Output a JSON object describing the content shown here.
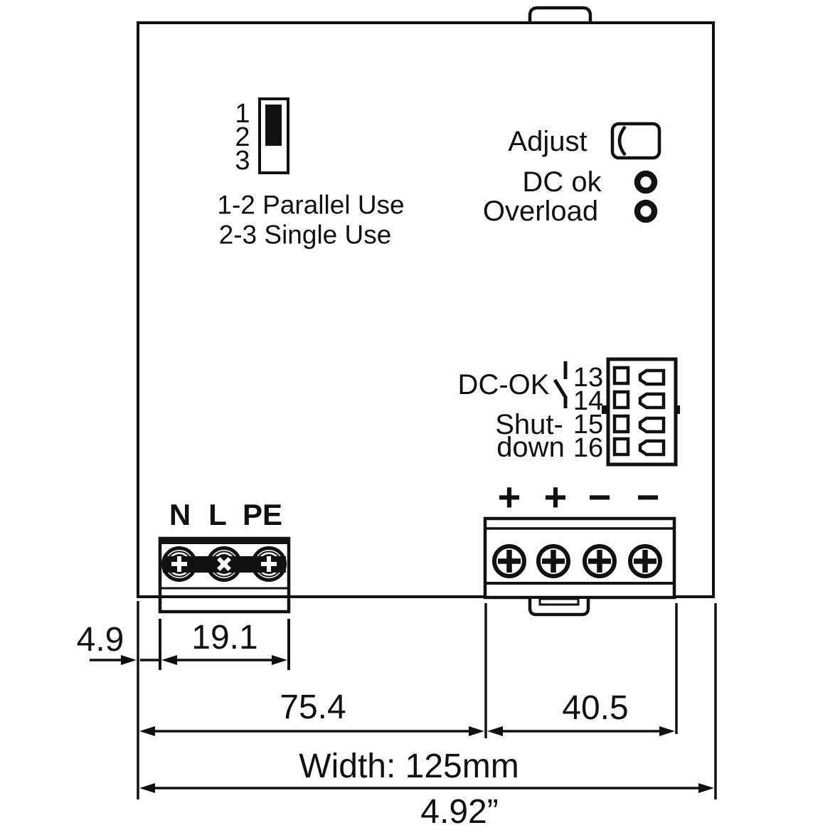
{
  "colors": {
    "ink": "#111111",
    "background": "#ffffff"
  },
  "dip_switch": {
    "positions": [
      "1",
      "2",
      "3"
    ],
    "notes": [
      "1-2 Parallel Use",
      "2-3 Single Use"
    ]
  },
  "panel": {
    "adjust_label": "Adjust",
    "dc_ok_label": "DC ok",
    "overload_label": "Overload"
  },
  "signal": {
    "relay_label": "DC-OK",
    "shutdown_line1": "Shut-",
    "shutdown_line2": "down",
    "terminals": [
      "13",
      "14",
      "15",
      "16"
    ]
  },
  "ac_input": {
    "terminals": [
      "N",
      "L",
      "PE"
    ]
  },
  "dc_output": {
    "polarity": [
      "+",
      "+",
      "−",
      "−"
    ]
  },
  "dimensions": {
    "offset_left": "4.9",
    "ac_block": "19.1",
    "span_left": "75.4",
    "span_right": "40.5",
    "total_mm": "Width: 125mm",
    "total_inch": "4.92”"
  }
}
